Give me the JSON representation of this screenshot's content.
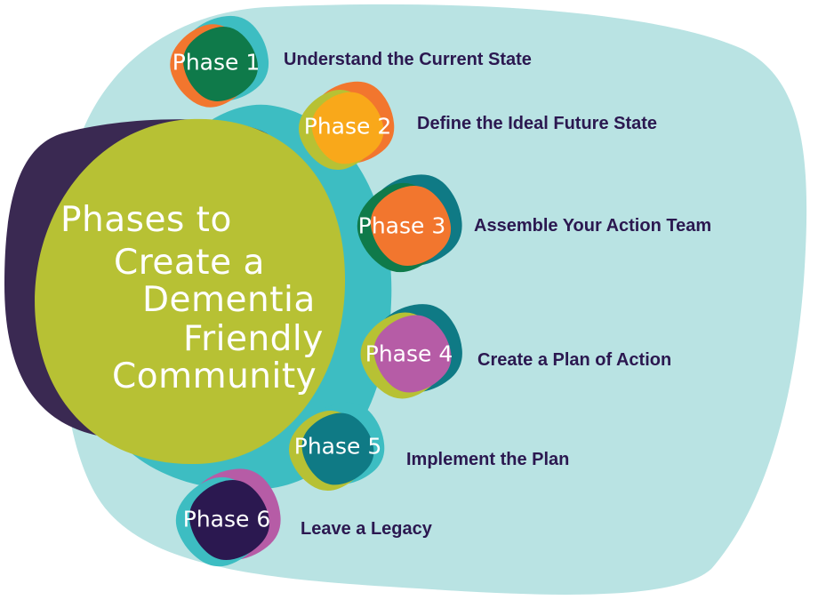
{
  "title_lines": [
    "Phases to",
    "Create a",
    "Dementia",
    "Friendly",
    "Community"
  ],
  "phases": [
    {
      "label": "Phase 1",
      "description": "Understand the Current State",
      "front_color": "#0f7a4a",
      "back_color_a": "#f2762e",
      "back_color_b": "#3dbdc2"
    },
    {
      "label": "Phase 2",
      "description": "Define the Ideal Future State",
      "front_color": "#f9a81a",
      "back_color_a": "#b7c134",
      "back_color_b": "#f2762e"
    },
    {
      "label": "Phase 3",
      "description": "Assemble Your Action Team",
      "front_color": "#f2762e",
      "back_color_a": "#0f7a4a",
      "back_color_b": "#0f7a85"
    },
    {
      "label": "Phase 4",
      "description": "Create a Plan of Action",
      "front_color": "#b65ca6",
      "back_color_a": "#b7c134",
      "back_color_b": "#0f7a85"
    },
    {
      "label": "Phase 5",
      "description": "Implement the Plan",
      "front_color": "#0f7a85",
      "back_color_a": "#b7c134",
      "back_color_b": "#3dbdc2"
    },
    {
      "label": "Phase 6",
      "description": "Leave a Legacy",
      "front_color": "#2b1850",
      "back_color_a": "#3dbdc2",
      "back_color_b": "#b65ca6"
    }
  ],
  "colors": {
    "background_blob": "#b9e3e3",
    "dark_purple": "#3a2952",
    "lime_green": "#b7c134",
    "teal": "#3dbdc2",
    "title_text": "#ffffff",
    "description_text": "#2b1850"
  }
}
